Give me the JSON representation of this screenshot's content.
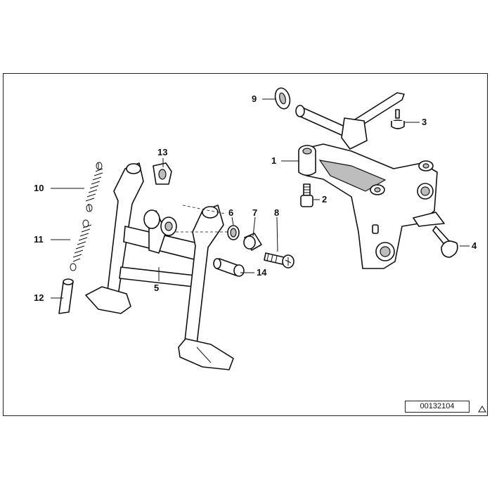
{
  "diagram": {
    "drawing_number": "00132104",
    "corner_icon": "triangle-up-icon",
    "callouts": [
      {
        "id": "1",
        "label": "1"
      },
      {
        "id": "2",
        "label": "2"
      },
      {
        "id": "3",
        "label": "3"
      },
      {
        "id": "4",
        "label": "4"
      },
      {
        "id": "5",
        "label": "5"
      },
      {
        "id": "6",
        "label": "6"
      },
      {
        "id": "7",
        "label": "7"
      },
      {
        "id": "8",
        "label": "8"
      },
      {
        "id": "9",
        "label": "9"
      },
      {
        "id": "10",
        "label": "10"
      },
      {
        "id": "11",
        "label": "11"
      },
      {
        "id": "12",
        "label": "12"
      },
      {
        "id": "13",
        "label": "13"
      },
      {
        "id": "14",
        "label": "14"
      }
    ],
    "colors": {
      "ink": "#111111",
      "part_fill": "#ffffff",
      "shade": "#bdbdbd"
    }
  }
}
